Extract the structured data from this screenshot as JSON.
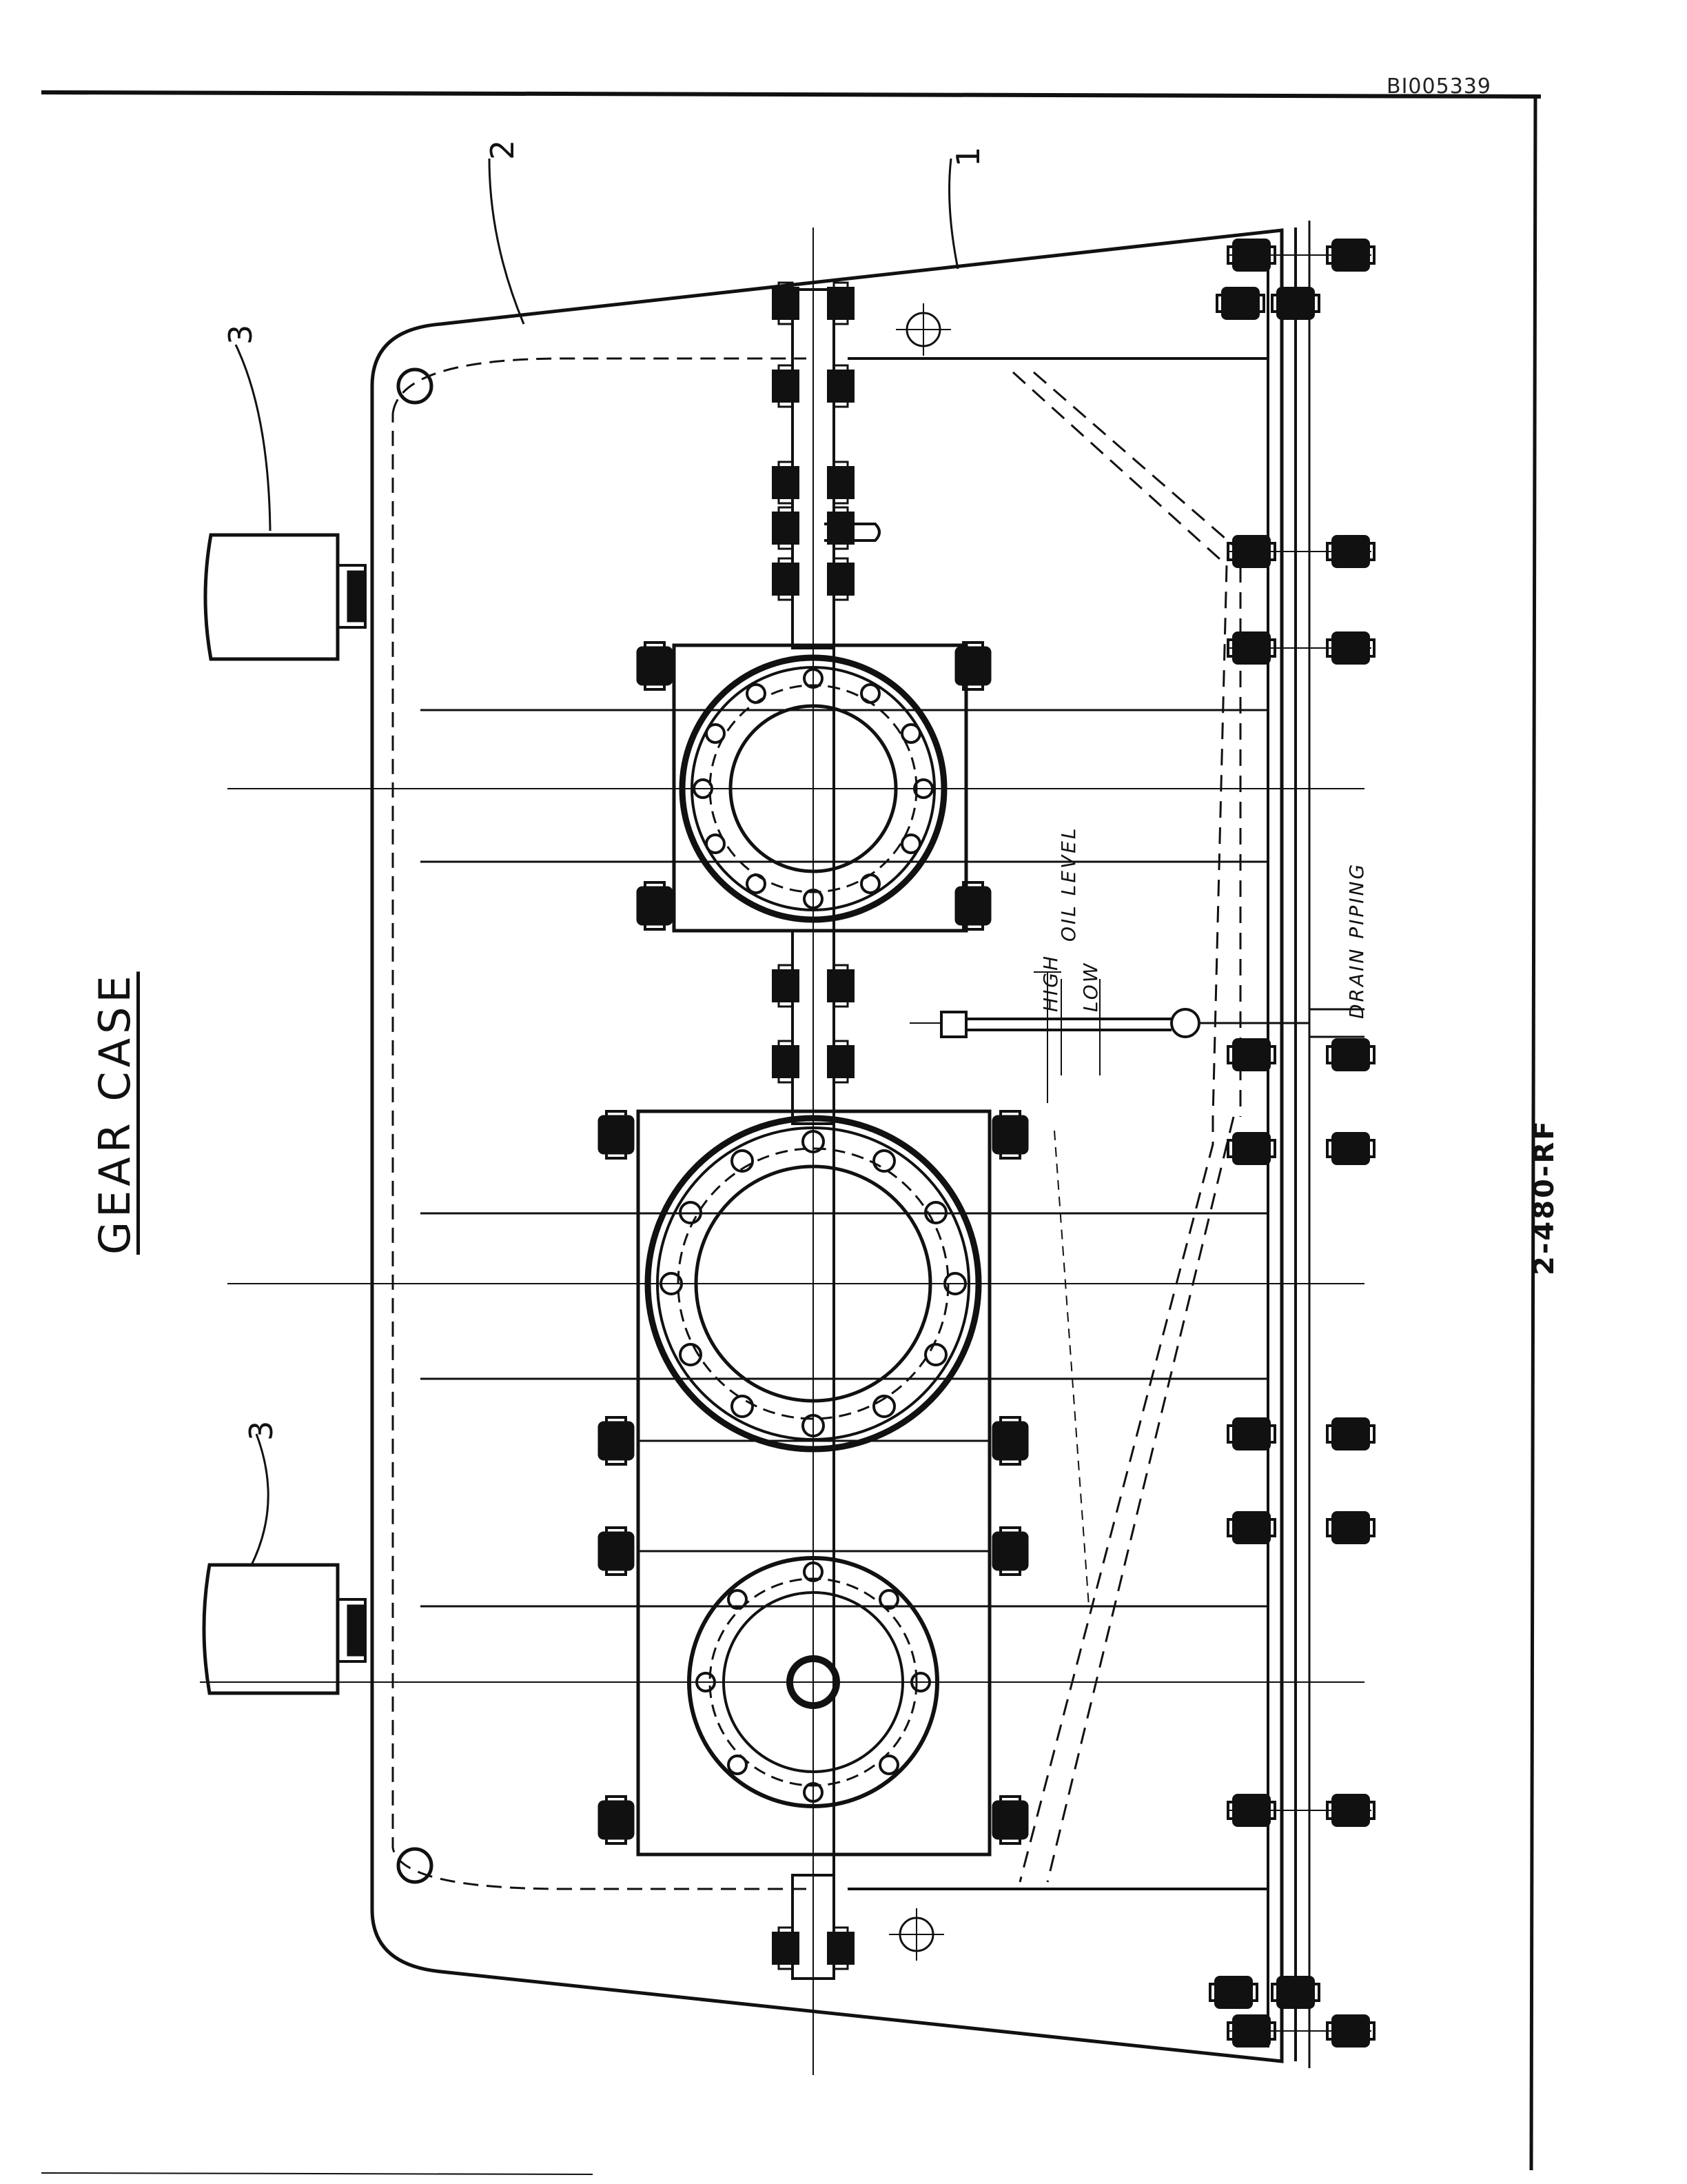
{
  "document": {
    "doc_id": "BI005339",
    "title": "GEAR CASE",
    "drawing_number": "2-480-RF"
  },
  "callouts": {
    "ref1": "1",
    "ref2": "2",
    "ref3a": "3",
    "ref3b": "3"
  },
  "annotations": {
    "high": "HIGH",
    "low": "LOW",
    "oil_level": "OIL LEVEL",
    "drain_piping": "DRAIN PIPING"
  },
  "colors": {
    "ink": "#111111",
    "paper": "#ffffff"
  }
}
